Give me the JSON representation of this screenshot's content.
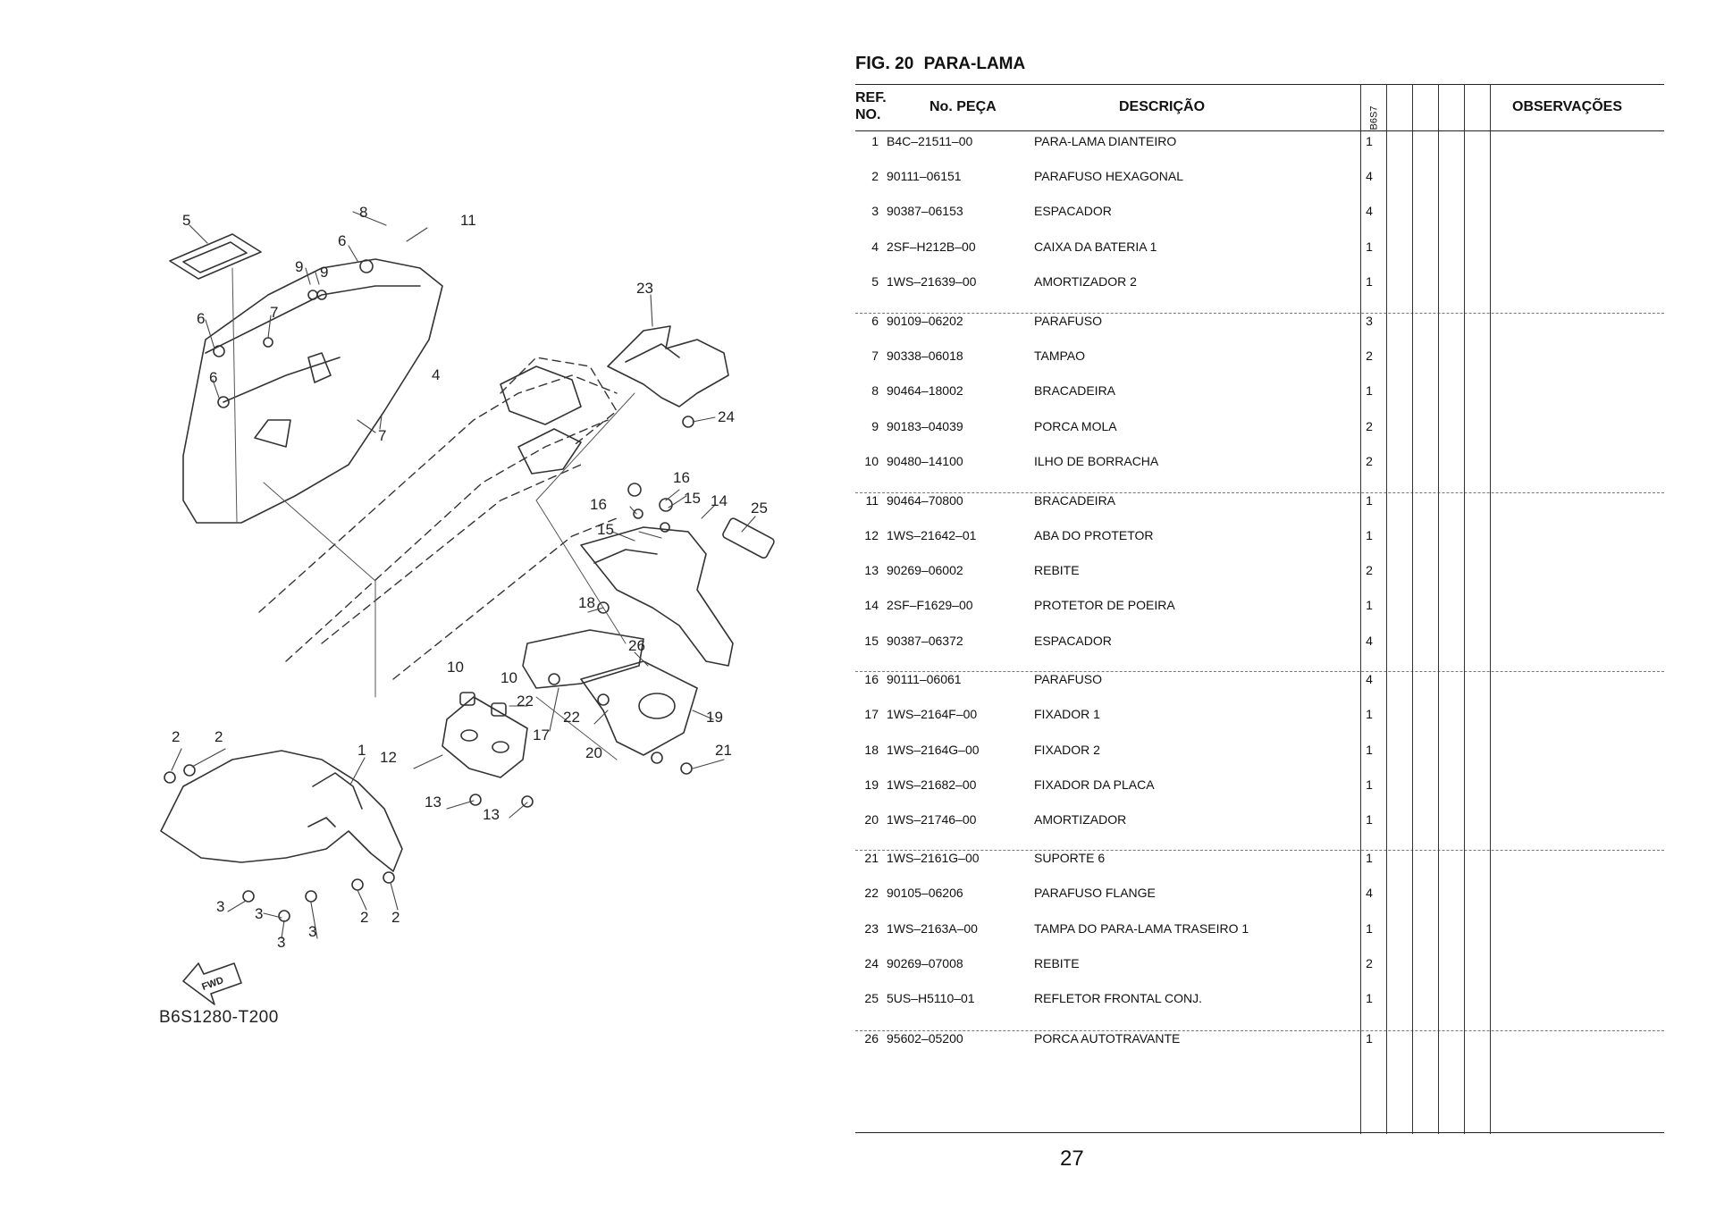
{
  "figure": {
    "prefix": "FIG.",
    "number": "20",
    "title": "PARA-LAMA"
  },
  "table": {
    "headers": {
      "ref_line1": "REF.",
      "ref_line2": "NO.",
      "part_no": "No. PEÇA",
      "description": "DESCRIÇÃO",
      "model": "B6S7",
      "notes": "OBSERVAÇÕES"
    },
    "rows": [
      {
        "ref": "1",
        "part": "B4C–21511–00",
        "desc": "PARA-LAMA DIANTEIRO",
        "qty": "1"
      },
      {
        "ref": "2",
        "part": "90111–06151",
        "desc": "PARAFUSO HEXAGONAL",
        "qty": "4"
      },
      {
        "ref": "3",
        "part": "90387–06153",
        "desc": "ESPACADOR",
        "qty": "4"
      },
      {
        "ref": "4",
        "part": "2SF–H212B–00",
        "desc": "CAIXA DA BATERIA 1",
        "qty": "1"
      },
      {
        "ref": "5",
        "part": "1WS–21639–00",
        "desc": "AMORTIZADOR 2",
        "qty": "1"
      },
      {
        "ref": "6",
        "part": "90109–06202",
        "desc": "PARAFUSO",
        "qty": "3"
      },
      {
        "ref": "7",
        "part": "90338–06018",
        "desc": "TAMPAO",
        "qty": "2"
      },
      {
        "ref": "8",
        "part": "90464–18002",
        "desc": "BRACADEIRA",
        "qty": "1"
      },
      {
        "ref": "9",
        "part": "90183–04039",
        "desc": "PORCA MOLA",
        "qty": "2"
      },
      {
        "ref": "10",
        "part": "90480–14100",
        "desc": "ILHO DE BORRACHA",
        "qty": "2"
      },
      {
        "ref": "11",
        "part": "90464–70800",
        "desc": "BRACADEIRA",
        "qty": "1"
      },
      {
        "ref": "12",
        "part": "1WS–21642–01",
        "desc": "ABA DO PROTETOR",
        "qty": "1"
      },
      {
        "ref": "13",
        "part": "90269–06002",
        "desc": "REBITE",
        "qty": "2"
      },
      {
        "ref": "14",
        "part": "2SF–F1629–00",
        "desc": "PROTETOR DE POEIRA",
        "qty": "1"
      },
      {
        "ref": "15",
        "part": "90387–06372",
        "desc": "ESPACADOR",
        "qty": "4"
      },
      {
        "ref": "16",
        "part": "90111–06061",
        "desc": "PARAFUSO",
        "qty": "4"
      },
      {
        "ref": "17",
        "part": "1WS–2164F–00",
        "desc": "FIXADOR 1",
        "qty": "1"
      },
      {
        "ref": "18",
        "part": "1WS–2164G–00",
        "desc": "FIXADOR 2",
        "qty": "1"
      },
      {
        "ref": "19",
        "part": "1WS–21682–00",
        "desc": "FIXADOR DA PLACA",
        "qty": "1"
      },
      {
        "ref": "20",
        "part": "1WS–21746–00",
        "desc": "AMORTIZADOR",
        "qty": "1"
      },
      {
        "ref": "21",
        "part": "1WS–2161G–00",
        "desc": "SUPORTE 6",
        "qty": "1"
      },
      {
        "ref": "22",
        "part": "90105–06206",
        "desc": "PARAFUSO FLANGE",
        "qty": "4"
      },
      {
        "ref": "23",
        "part": "1WS–2163A–00",
        "desc": "TAMPA DO PARA-LAMA TRASEIRO 1",
        "qty": "1"
      },
      {
        "ref": "24",
        "part": "90269–07008",
        "desc": "REBITE",
        "qty": "2"
      },
      {
        "ref": "25",
        "part": "5US–H5110–01",
        "desc": "REFLETOR FRONTAL CONJ.",
        "qty": "1"
      },
      {
        "ref": "26",
        "part": "95602–05200",
        "desc": "PORCA AUTOTRAVANTE",
        "qty": "1"
      }
    ]
  },
  "diagram": {
    "code": "B6S1280-T200",
    "fwd_label": "FWD",
    "callouts": [
      "1",
      "2",
      "2",
      "2",
      "2",
      "3",
      "3",
      "3",
      "3",
      "4",
      "5",
      "6",
      "6",
      "6",
      "7",
      "7",
      "8",
      "9",
      "9",
      "10",
      "10",
      "11",
      "12",
      "13",
      "13",
      "14",
      "15",
      "15",
      "16",
      "16",
      "17",
      "18",
      "19",
      "20",
      "21",
      "22",
      "22",
      "23",
      "24",
      "25",
      "26"
    ]
  },
  "page_number": "27"
}
